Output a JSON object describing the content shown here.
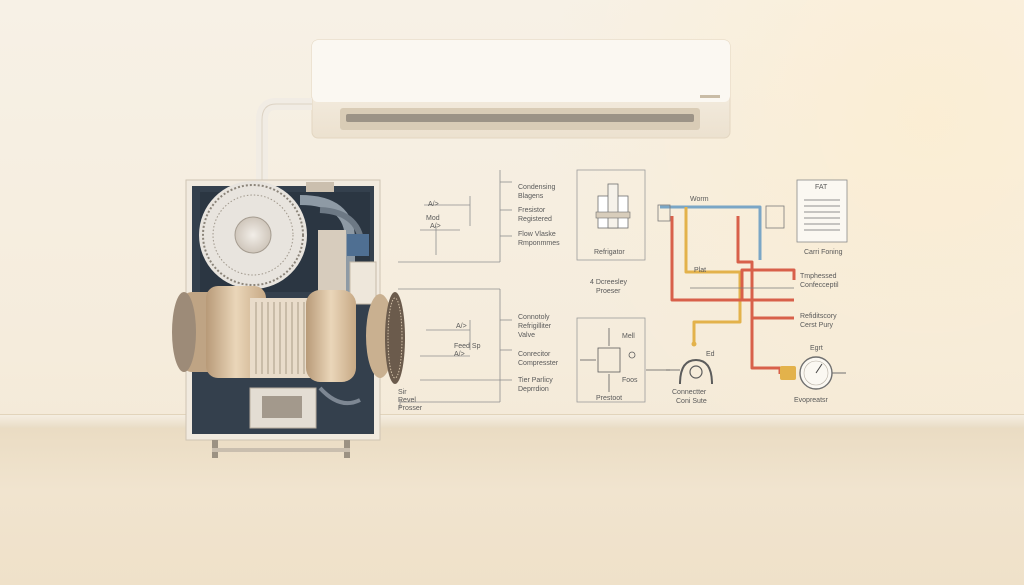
{
  "indoor_unit": {
    "brand": ""
  },
  "schematic_left": {
    "top_labels": [
      "A/>",
      "Mod",
      "A/>"
    ],
    "top_items": [
      "Condensing",
      "Blagens",
      "Fresistor",
      "Registered",
      "Flow Vlaske",
      "Rmponmmes"
    ],
    "mid_labels": [
      "A/>",
      "Feed Sp",
      "A/>"
    ],
    "mid_items": [
      "Connotoly",
      "Refrigilliter",
      "Valve",
      "Conrecitor",
      "Compresster",
      "Tier Parlicy",
      "Deprrdion"
    ],
    "bottom_left": [
      "Sir",
      "Revel",
      "Prosser"
    ]
  },
  "schematic_center": {
    "refrigator_label": "Refrigator",
    "processor_label": [
      "4 Dcreesley",
      "Proeser"
    ],
    "valve_box": {
      "top": "Mell",
      "bottom": "Foos",
      "caption": "Prestoot"
    }
  },
  "schematic_right": {
    "warm_label": "Worm",
    "fan_box_title": "FAT",
    "fan_caption": "Carri Foning",
    "pipe_label_1": "Plat",
    "pipe_label_2": [
      "Tmphessed",
      "Confecceptil"
    ],
    "pipe_label_3": [
      "Refiditscory",
      "Cerst Pury"
    ],
    "compressor_label": [
      "Connectter",
      "Coni Sute"
    ],
    "compressor_mark": "Ed",
    "gauge_label": "Egrt",
    "evaporator_label": "Evopreatsr"
  },
  "colors": {
    "wall": "#f6efe3",
    "pipe_blue": "#7aa6c6",
    "pipe_yellow": "#e3b24b",
    "pipe_red": "#d8604a",
    "line": "#8a8a8a",
    "unit_metal": "#d9c3a4",
    "unit_dark": "#2d3b4b"
  }
}
